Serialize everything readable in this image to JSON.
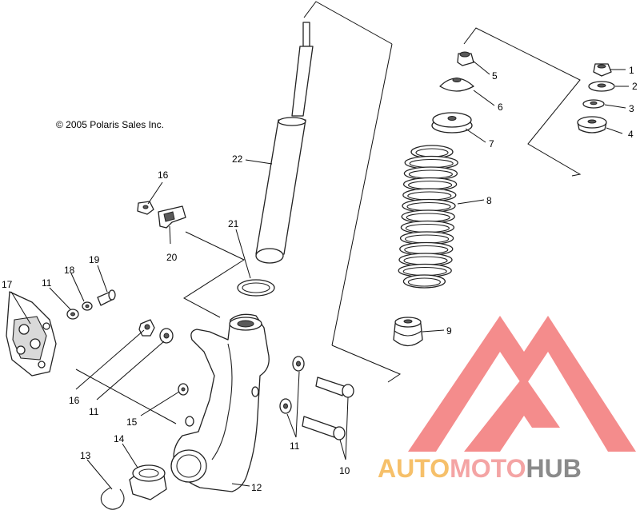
{
  "copyright": "© 2005 Polaris Sales Inc.",
  "callouts": [
    "1",
    "2",
    "3",
    "4",
    "5",
    "6",
    "7",
    "8",
    "9",
    "10",
    "11",
    "12",
    "13",
    "14",
    "15",
    "16",
    "16",
    "17",
    "18",
    "11",
    "19",
    "20",
    "21",
    "22",
    "11"
  ],
  "watermark": {
    "parts": [
      "AUTO",
      "MOTO",
      "HUB"
    ],
    "colors": {
      "auto": "#f6c06a",
      "moto": "#f4a4a4",
      "hub": "#8a8a8a",
      "logo": "#f48c8c"
    }
  }
}
